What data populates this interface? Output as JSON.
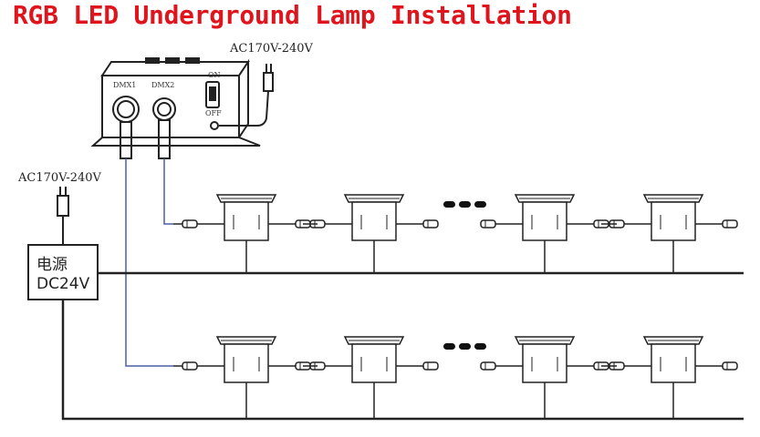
{
  "title": "RGB LED Underground Lamp Installation",
  "controller": {
    "port1": "DMX1",
    "port2": "DMX2",
    "switch_on": "ON",
    "switch_off": "OFF",
    "mains": "AC170V-240V"
  },
  "power_supply": {
    "line1": "电源",
    "line2": "DC24V",
    "mains": "AC170V-240V"
  },
  "colors": {
    "title": "#e0141c",
    "line": "#222222",
    "signal": "#4a5fa8",
    "ellipsis": "#111111"
  },
  "rows": [
    {
      "lamps": 4,
      "has_ellipsis": true
    },
    {
      "lamps": 4,
      "has_ellipsis": true
    }
  ]
}
